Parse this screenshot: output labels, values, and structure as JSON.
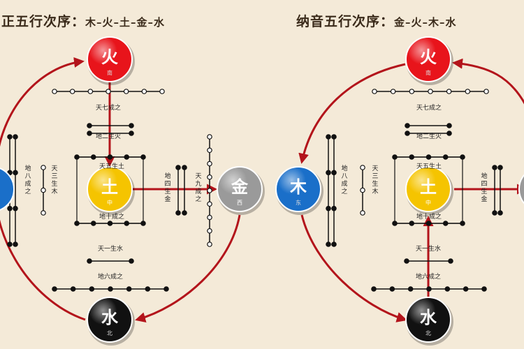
{
  "left_diagram": {
    "title": "正五行次序：",
    "sequence": "木–火–土–金–水",
    "nodes": {
      "fire": {
        "char": "火",
        "dir": "南",
        "color": "#e8141b"
      },
      "earth": {
        "char": "土",
        "dir": "中",
        "color": "#f5c400"
      },
      "metal": {
        "char": "金",
        "dir": "西",
        "color": "#9a9a9a"
      },
      "water": {
        "char": "水",
        "dir": "北",
        "color": "#111111"
      }
    },
    "labels": {
      "heaven_7": "天七成之",
      "earth_2": "地二生火",
      "heaven_5": "天五生土",
      "earth_10": "地十成之",
      "earth_4": "地四生金",
      "heaven_9": "天九成之",
      "earth_8": "地八成之",
      "heaven_3": "天三生木",
      "heaven_1": "天一生水",
      "earth_6": "地六成之"
    }
  },
  "right_diagram": {
    "title": "纳音五行次序：",
    "sequence": "金–火–木–水",
    "nodes": {
      "fire": {
        "char": "火",
        "dir": "南",
        "color": "#e8141b"
      },
      "wood": {
        "char": "木",
        "dir": "东",
        "color": "#1a6fc9"
      },
      "earth": {
        "char": "土",
        "dir": "中",
        "color": "#f5c400"
      },
      "water": {
        "char": "水",
        "dir": "北",
        "color": "#111111"
      }
    },
    "labels": {
      "heaven_7": "天七成之",
      "earth_2": "地二生火",
      "earth_8": "地八成之",
      "heaven_3": "天三生木",
      "heaven_5": "天五生土",
      "earth_10": "地十成之",
      "earth_4": "地四生金",
      "heaven_1": "天一生水",
      "earth_6": "地六成之"
    }
  },
  "colors": {
    "arrow": "#b3141b",
    "background": "#f4ead8",
    "yang_dot": "#ffffff",
    "yin_dot": "#111111"
  }
}
